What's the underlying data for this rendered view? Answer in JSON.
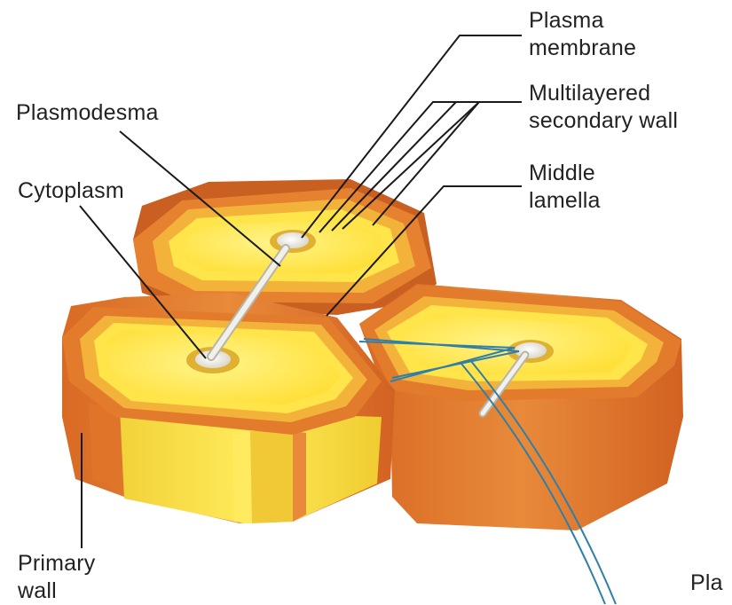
{
  "labels": {
    "plasma_membrane": [
      "Plasma",
      "membrane"
    ],
    "secondary_wall": [
      "Multilayered",
      "secondary wall"
    ],
    "middle_lamella": [
      "Middle",
      "lamella"
    ],
    "plasmodesma": "Plasmodesma",
    "cytoplasm": "Cytoplasm",
    "primary_wall": [
      "Primary",
      "wall"
    ],
    "truncated": "Pla"
  },
  "colors": {
    "outer_wall": "#E27A2E",
    "outer_wall_dark": "#C85E1E",
    "secondary_wall": "#F4B23A",
    "cytoplasm": "#FFE64A",
    "cytoplasm_light": "#FFF27A",
    "leader_line": "#1a1a1a",
    "blue_line": "#2F7FA8"
  }
}
